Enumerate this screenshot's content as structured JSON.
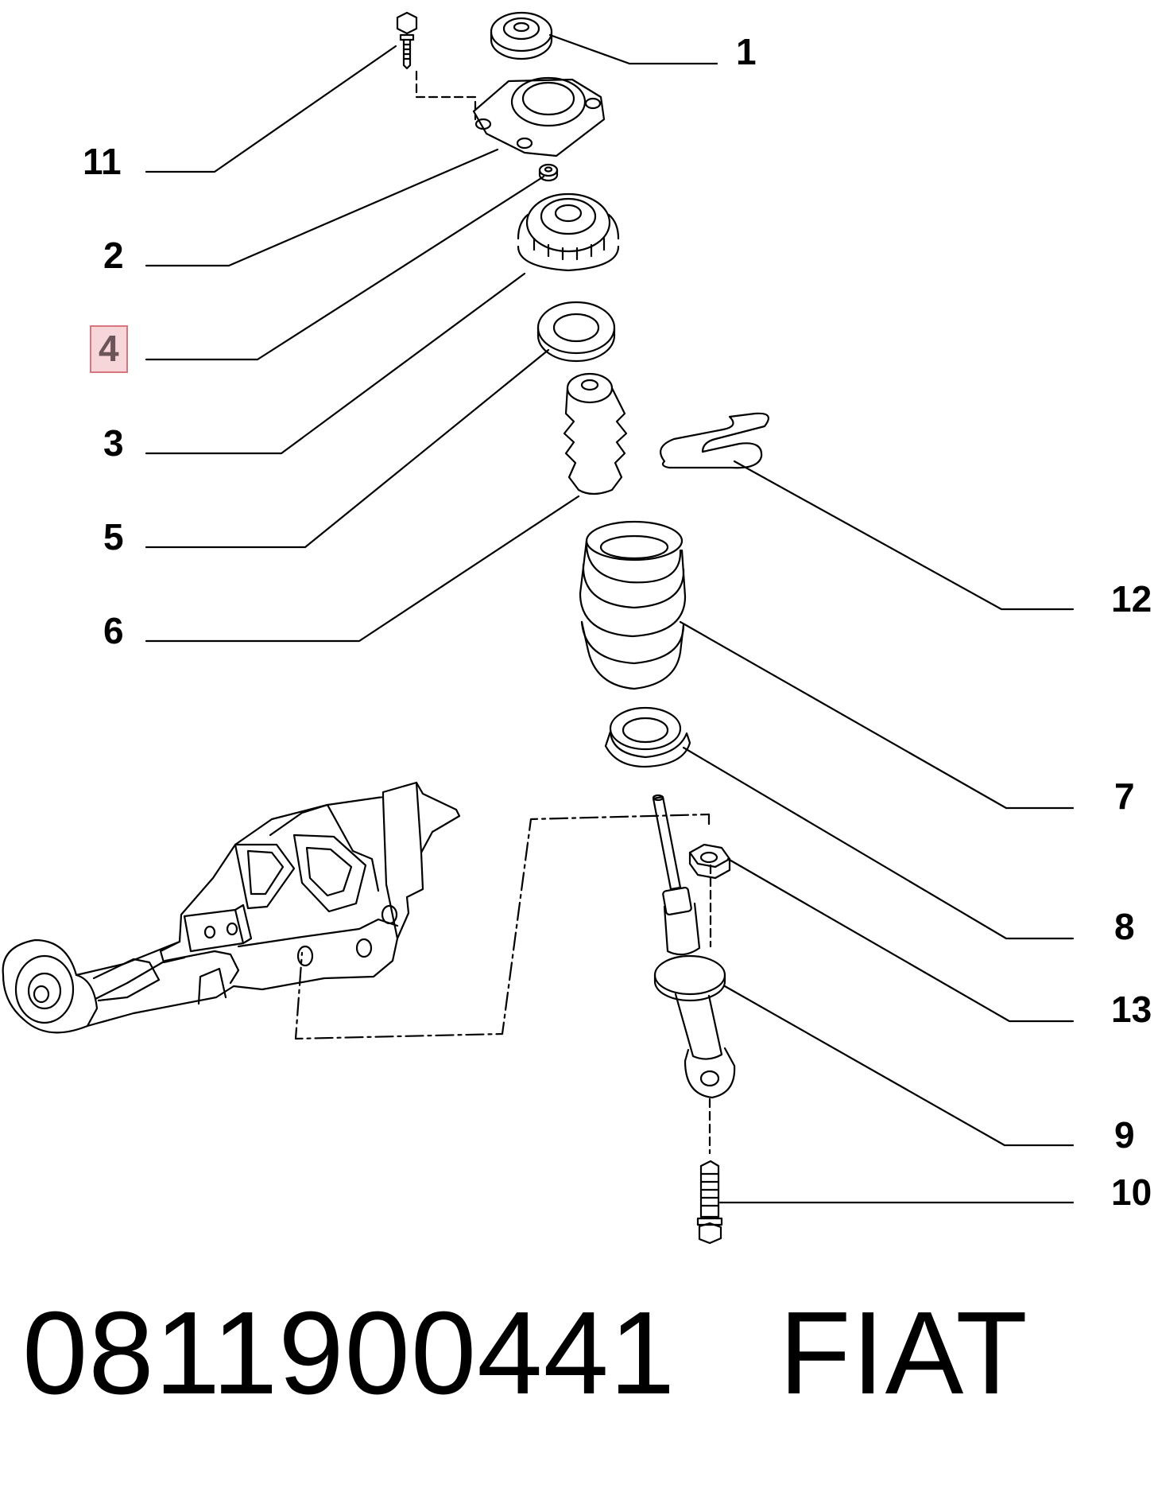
{
  "callouts": [
    {
      "id": "1",
      "label": "1"
    },
    {
      "id": "11",
      "label": "11"
    },
    {
      "id": "2",
      "label": "2"
    },
    {
      "id": "4",
      "label": "4",
      "highlighted": true
    },
    {
      "id": "3",
      "label": "3"
    },
    {
      "id": "5",
      "label": "5"
    },
    {
      "id": "6",
      "label": "6"
    },
    {
      "id": "12",
      "label": "12"
    },
    {
      "id": "7",
      "label": "7"
    },
    {
      "id": "8",
      "label": "8"
    },
    {
      "id": "13",
      "label": "13"
    },
    {
      "id": "9",
      "label": "9"
    },
    {
      "id": "10",
      "label": "10"
    }
  ],
  "caption": {
    "part_number": "0811900441",
    "brand": "FIAT"
  },
  "colors": {
    "line": "#000000",
    "highlight_fill": "#f6d6d9",
    "highlight_border": "#d9757f",
    "highlight_text": "#6b5558"
  }
}
